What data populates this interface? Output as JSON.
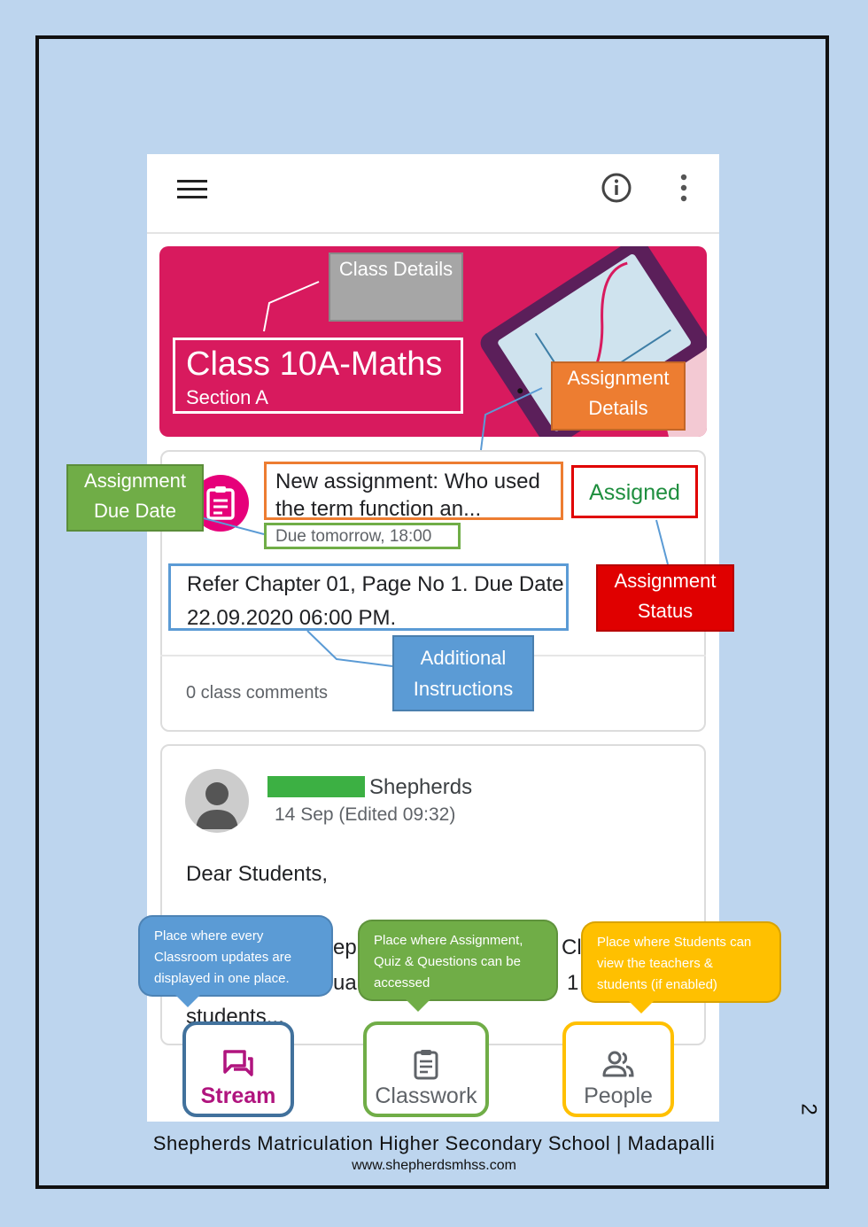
{
  "class": {
    "title": "Class 10A-Maths",
    "section": "Section A"
  },
  "assignment": {
    "title": "New assignment: Who used the term function an...",
    "due": "Due tomorrow, 18:00",
    "status": "Assigned",
    "instructions": "Refer Chapter 01, Page No 1. Due Date 22.09.2020 06:00 PM.",
    "comments": "0 class comments"
  },
  "post": {
    "author": "Shepherds",
    "date": "14 Sep (Edited 09:32)",
    "greeting": "Dear Students,",
    "fragments": {
      "a": "ep",
      "b": "Cl",
      "c": "ua",
      "d": "1",
      "e": "students..."
    }
  },
  "callouts": {
    "class_details": "Class Details",
    "assignment_details": "Assignment Details",
    "due_date": "Assignment Due Date",
    "status": "Assignment Status",
    "instructions": "Additional Instructions"
  },
  "bubbles": {
    "stream": "Place where every Classroom updates are displayed in one place.",
    "classwork": "Place where Assignment, Quiz & Questions can be accessed",
    "people": "Place where Students can view the teachers & students (if enabled)"
  },
  "nav": {
    "stream": "Stream",
    "classwork": "Classwork",
    "people": "People"
  },
  "icons": [
    "menu-icon",
    "info-icon",
    "more-vert-icon",
    "assignment-icon",
    "person-icon",
    "stream-icon",
    "classwork-icon",
    "people-icon"
  ],
  "colors": {
    "banner": "#d81a5e",
    "stream_accent": "#b0147e",
    "assigned_green": "#1e8e3e"
  },
  "footer": {
    "school": "Shepherds Matriculation Higher Secondary School | Madapalli",
    "website": "www.shepherdsmhss.com",
    "page_number": "2"
  }
}
